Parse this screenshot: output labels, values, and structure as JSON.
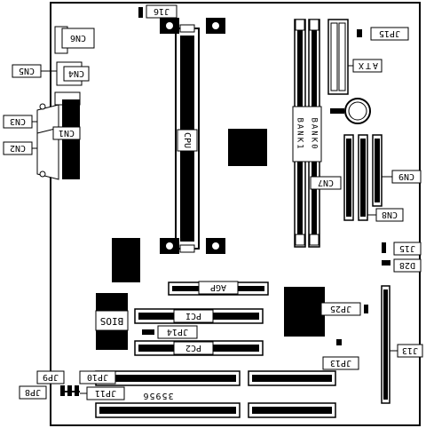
{
  "board": {
    "cpu_label": "CPU",
    "bank0_label": "BANK0",
    "bank1_label": "BANK1",
    "bios_label": "BIOS",
    "agp_label": "AGP",
    "pci_labels": [
      "PCI",
      "PC2"
    ],
    "board_number": "35956"
  },
  "callouts": {
    "j16": "J16",
    "jp15": "JP15",
    "cn6": "CN6",
    "cn5": "CN5",
    "cn4": "CN4",
    "atx": "ATX",
    "cn3": "CN3",
    "cn1": "CN1",
    "cn2": "CN2",
    "cn8": "CN8",
    "cn7": "CN7",
    "cn9": "CN9",
    "j15": "J15",
    "d28": "D28",
    "jp25": "JP25",
    "jp14": "JP14",
    "j13": "J13",
    "jp13": "JP13",
    "jp9": "JP9",
    "jp10": "JP10",
    "jp8": "JP8",
    "jp11": "JP11"
  }
}
